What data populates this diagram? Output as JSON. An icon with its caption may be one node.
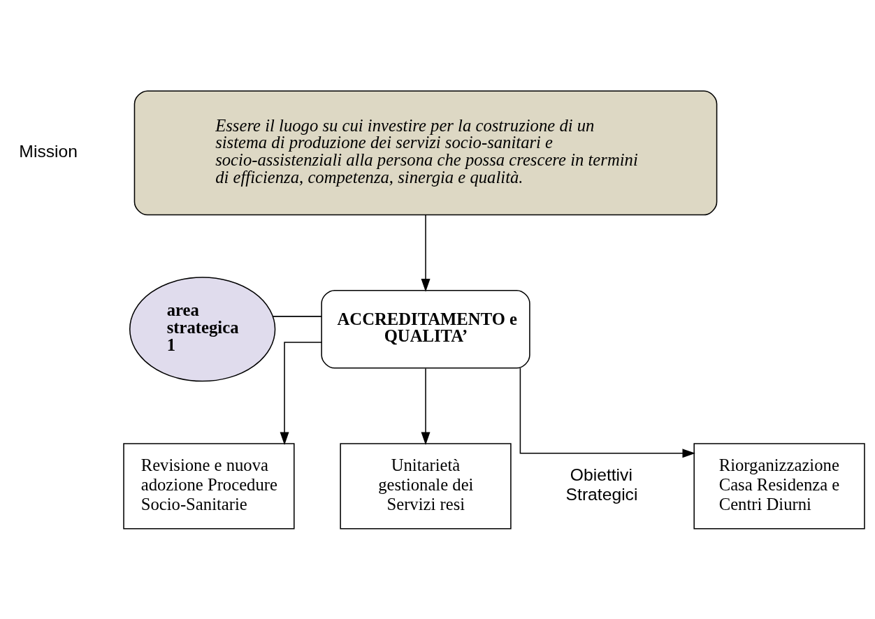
{
  "diagram": {
    "nodes": [
      {
        "text": [
          "Essere il luogo su cui investire per la costruzione di un sistema di produzione dei servizi socio-sanitari e socio-assistenziali alla persona che possa crescere in termini di efficienza, competenza, sinergia e qualità."
        ]
      },
      {
        "text": [
          "area strategica 1"
        ]
      },
      {
        "text": [
          "ACCREDITAMENTO e QUALITA’"
        ]
      },
      {
        "text": [
          "Riorganizzazione Casa Residenza e Centri Diurni"
        ]
      },
      {
        "text": [
          "Revisione e nuova adozione Procedure Socio-Sanitarie"
        ]
      },
      {
        "text": [
          "Unitarietà gestionale dei Servizi resi"
        ]
      }
    ],
    "edges": [
      {
        "from": 0,
        "to": 2,
        "arrow": "to"
      },
      {
        "from": 1,
        "to": 2,
        "arrow": "none"
      },
      {
        "from": 2,
        "to": 3,
        "arrow": "to"
      },
      {
        "from": 2,
        "to": 4,
        "arrow": "to"
      },
      {
        "from": 2,
        "to": 5,
        "arrow": "to"
      }
    ],
    "labels": [
      "Mission",
      "Obiettivi Strategici"
    ]
  }
}
